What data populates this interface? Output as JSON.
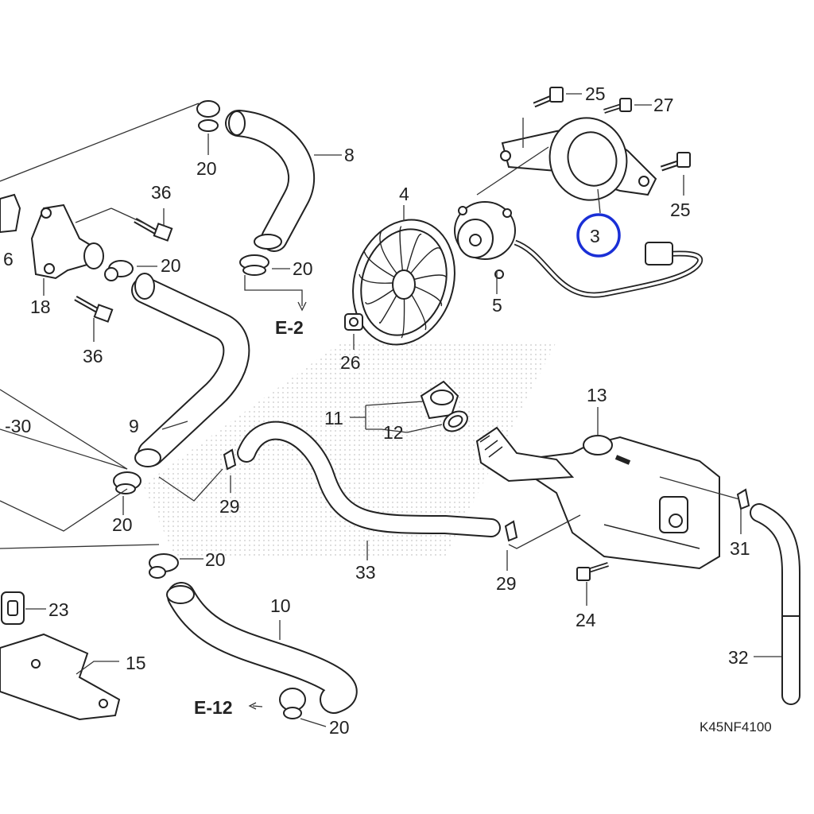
{
  "labels": {
    "p3": "3",
    "p4": "4",
    "p5": "5",
    "p6": "6",
    "p8": "8",
    "p9": "9",
    "p10": "10",
    "p11": "11",
    "p12": "12",
    "p13": "13",
    "p15": "15",
    "p18": "18",
    "p20a": "20",
    "p20b": "20",
    "p20c": "20",
    "p20d": "20",
    "p20e": "20",
    "p20f": "20",
    "p23": "23",
    "p24": "24",
    "p25a": "25",
    "p25b": "25",
    "p26": "26",
    "p27": "27",
    "p29a": "29",
    "p29b": "29",
    "p30": "-30",
    "p31": "31",
    "p32": "32",
    "p33": "33",
    "p36a": "36",
    "p36b": "36"
  },
  "refs": {
    "e2": "E-2",
    "e12": "E-12"
  },
  "diagram_code": "K45NF4100",
  "highlight": {
    "part": "3",
    "color": "#1a2fd6"
  }
}
